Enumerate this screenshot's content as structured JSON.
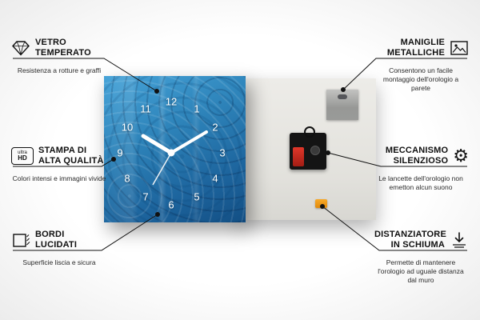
{
  "callouts": {
    "left": [
      {
        "icon": "diamond-icon",
        "title": "VETRO TEMPERATO",
        "desc": "Resistenza a rotture e graffi"
      },
      {
        "icon": "ultra-hd-icon",
        "icon_text_top": "ultra",
        "icon_text_bottom": "HD",
        "title": "STAMPA DI ALTA QUALITÀ",
        "desc": "Colori intensi e immagini vivide"
      },
      {
        "icon": "polished-edges-icon",
        "title": "BORDI LUCIDATI",
        "desc": "Superficie liscia e sicura"
      }
    ],
    "right": [
      {
        "icon": "picture-frame-icon",
        "title": "MANIGLIE METALLICHE",
        "desc": "Consentono un facile montaggio dell'orologio a parete"
      },
      {
        "icon": "gear-icon",
        "icon_glyph": "⚙",
        "title": "MECCANISMO SILENZIOSO",
        "desc": "Le lancette dell'orologio non emetton alcun suono"
      },
      {
        "icon": "down-arrow-icon",
        "title": "DISTANZIATORE IN SCHIUMA",
        "desc": "Permette di mantenere l'orologio ad uguale distanza dal muro"
      }
    ]
  },
  "clock": {
    "numbers": [
      "12",
      "1",
      "2",
      "3",
      "4",
      "5",
      "6",
      "7",
      "8",
      "9",
      "10",
      "11"
    ]
  },
  "colors": {
    "clock_blue": "#2e84ba",
    "foam_orange": "#f0960f",
    "battery_red": "#c8281e",
    "line": "#111111"
  }
}
